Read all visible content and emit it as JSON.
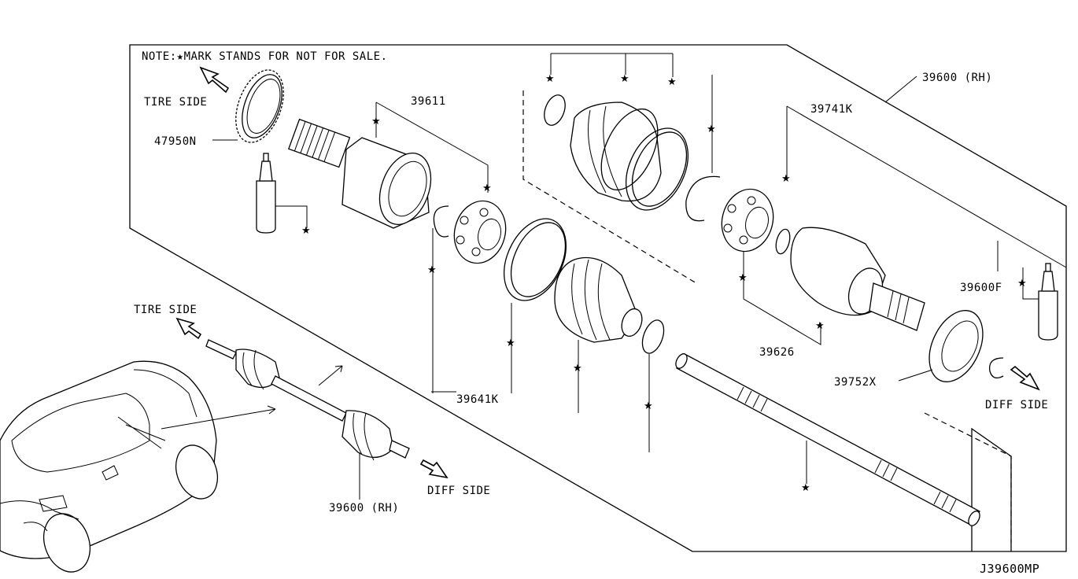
{
  "note": "NOTE:★MARK STANDS FOR   NOT FOR SALE.",
  "diagram_code": "J39600MP",
  "labels": {
    "tire_side_top": "TIRE SIDE",
    "tire_side_mid": "TIRE SIDE",
    "diff_side_right": "DIFF SIDE",
    "diff_side_bottom": "DIFF SIDE",
    "p47950N": "47950N",
    "p39611": "39611",
    "p39600_rh_top": "39600 (RH)",
    "p39741K": "39741K",
    "p39600F": "39600F",
    "p39626": "39626",
    "p39752X": "39752X",
    "p39641K": "39641K",
    "p39600_rh_bottom": "39600 (RH)"
  },
  "star_marks": [
    {
      "id": "grease-top",
      "text": "★"
    },
    {
      "id": "boot-band-left-top",
      "text": "★"
    }
  ],
  "colors": {
    "ink": "#000000",
    "paper": "#ffffff"
  }
}
